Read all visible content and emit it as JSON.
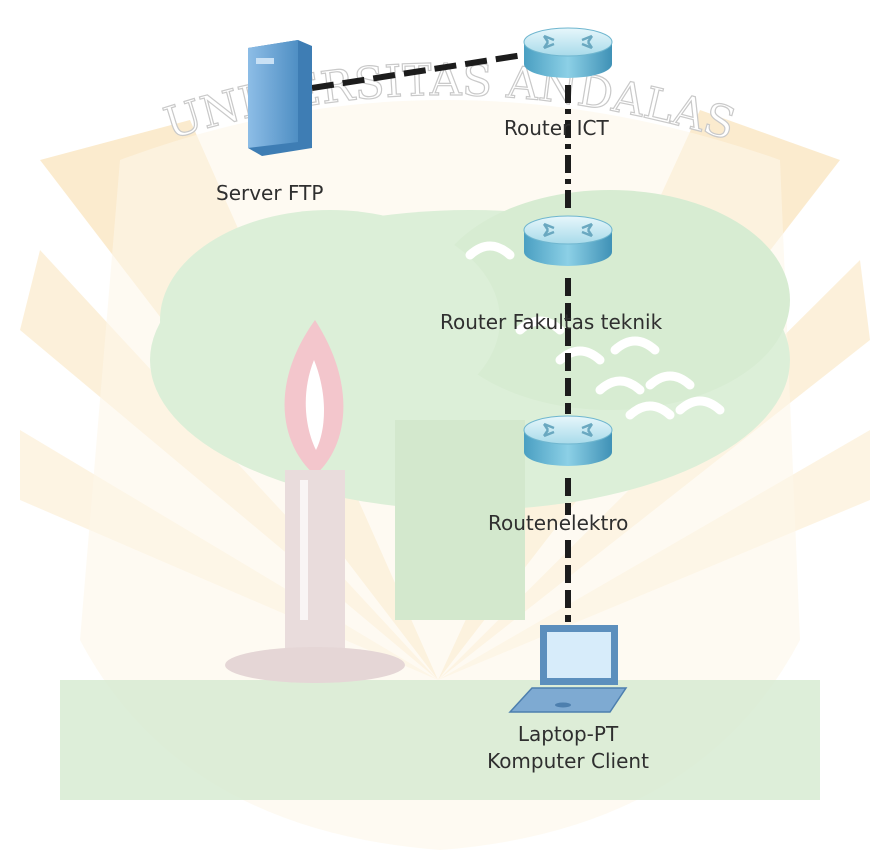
{
  "watermark": {
    "arc_text": "UNIVERSITAS ANDALAS",
    "colors": {
      "sun": "#fbe8c6",
      "tree": "#d8ecd3",
      "candle": "#eadcdc",
      "flame": "#f4c9cf",
      "leaf": "#ffffff"
    }
  },
  "diagram": {
    "nodes": [
      {
        "id": "server",
        "type": "server",
        "label": "Server FTP"
      },
      {
        "id": "r1",
        "type": "router",
        "label": "Router ICT"
      },
      {
        "id": "r2",
        "type": "router",
        "label": "Router Fakultas teknik"
      },
      {
        "id": "r3",
        "type": "router",
        "label": "Routenelektro"
      },
      {
        "id": "pc",
        "type": "laptop",
        "label_line1": "Laptop-PT",
        "label_line2": "Komputer Client"
      }
    ],
    "links": [
      {
        "from": "server",
        "to": "r1",
        "style": "dashed"
      },
      {
        "from": "r1",
        "to": "r2",
        "style": "dash-dot"
      },
      {
        "from": "r2",
        "to": "r3",
        "style": "dashed"
      },
      {
        "from": "r3",
        "to": "pc",
        "style": "dashed"
      }
    ],
    "colors": {
      "link": "#1c1c1c",
      "router_top": "#bfe6f2",
      "router_side": "#5fb0cf",
      "server": "#6aa6d6",
      "laptop": "#6d9fcb"
    }
  }
}
